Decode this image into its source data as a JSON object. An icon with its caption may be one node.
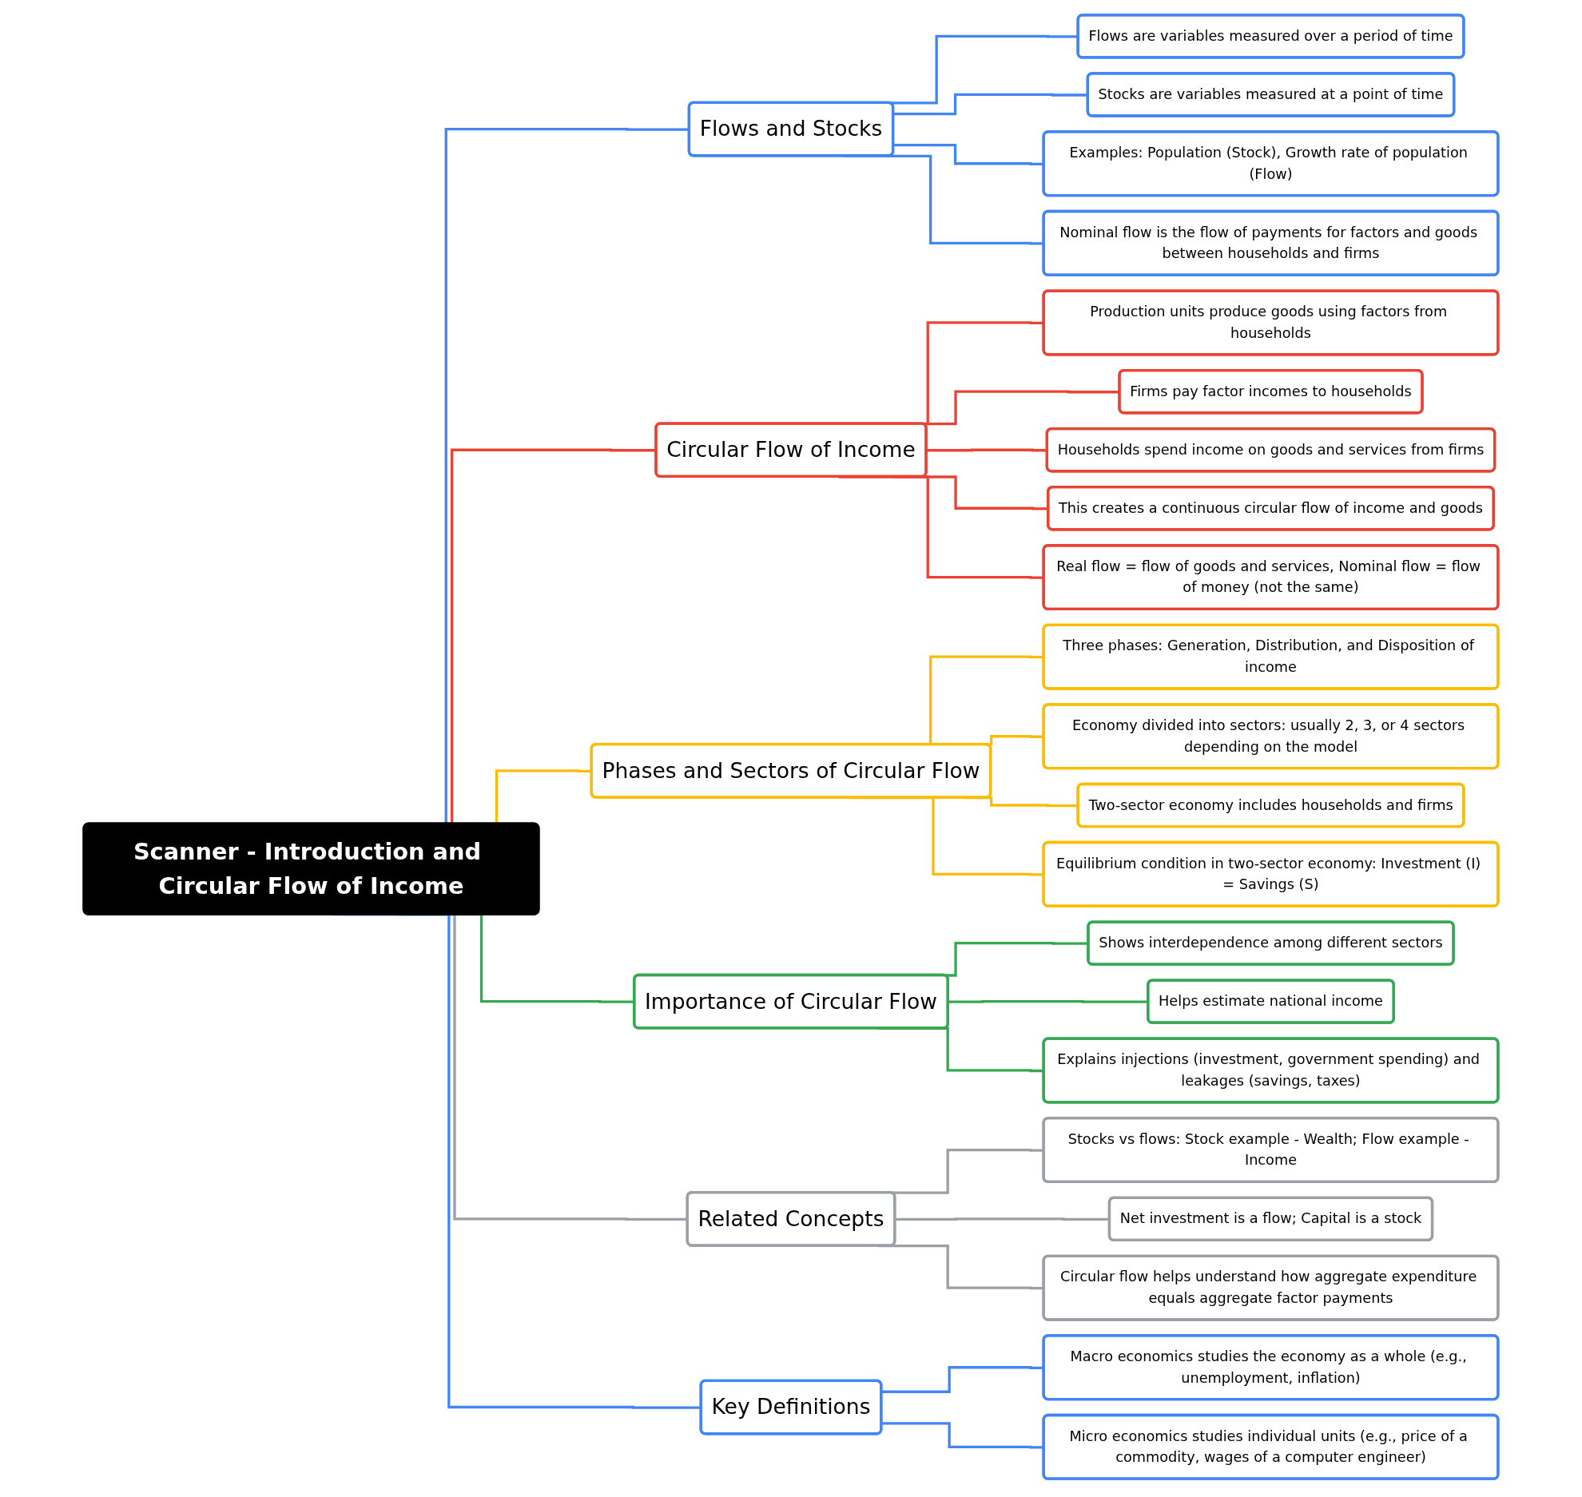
{
  "diagram": {
    "nodes": [
      {
        "text": [
          "Scanner - Introduction and Circular Flow of Income"
        ]
      },
      {
        "text": [
          "Flows and Stocks"
        ]
      },
      {
        "text": [
          "Flows are variables measured over a period of time"
        ]
      },
      {
        "text": [
          "Stocks are variables measured at a point of time"
        ]
      },
      {
        "text": [
          "Examples: Population (Stock), Growth rate of population (Flow)"
        ]
      },
      {
        "text": [
          "Nominal flow is the flow of payments for factors and goods between households and firms"
        ]
      },
      {
        "text": [
          "Circular Flow of Income"
        ]
      },
      {
        "text": [
          "Production units produce goods using factors from households"
        ]
      },
      {
        "text": [
          "Firms pay factor incomes to households"
        ]
      },
      {
        "text": [
          "Households spend income on goods and services from firms"
        ]
      },
      {
        "text": [
          "This creates a continuous circular flow of income and goods"
        ]
      },
      {
        "text": [
          "Real flow = flow of goods and services, Nominal flow = flow of money (not the same)"
        ]
      },
      {
        "text": [
          "Phases and Sectors of Circular Flow"
        ]
      },
      {
        "text": [
          "Three phases: Generation, Distribution, and Disposition of income"
        ]
      },
      {
        "text": [
          "Economy divided into sectors: usually 2, 3, or 4 sectors depending on the model"
        ]
      },
      {
        "text": [
          "Two-sector economy includes households and firms"
        ]
      },
      {
        "text": [
          "Equilibrium condition in two-sector economy: Investment (I) = Savings (S)"
        ]
      },
      {
        "text": [
          "Importance of Circular Flow"
        ]
      },
      {
        "text": [
          "Shows interdependence among different sectors"
        ]
      },
      {
        "text": [
          "Helps estimate national income"
        ]
      },
      {
        "text": [
          "Explains injections (investment, government spending) and leakages (savings, taxes)"
        ]
      },
      {
        "text": [
          "Related Concepts"
        ]
      },
      {
        "text": [
          "Stocks vs flows: Stock example - Wealth; Flow example - Income"
        ]
      },
      {
        "text": [
          "Net investment is a flow; Capital is a stock"
        ]
      },
      {
        "text": [
          "Circular flow helps understand how aggregate expenditure equals aggregate factor payments"
        ]
      },
      {
        "text": [
          "Key Definitions"
        ]
      },
      {
        "text": [
          "Macro economics studies the economy as a whole (e.g., unemployment, inflation)"
        ]
      },
      {
        "text": [
          "Micro economics studies individual units (e.g., price of a commodity, wages of a computer engineer)"
        ]
      }
    ],
    "edges": [
      {
        "from": 0,
        "to": 1,
        "arrow": "none"
      },
      {
        "from": 1,
        "to": 2,
        "arrow": "none"
      },
      {
        "from": 1,
        "to": 3,
        "arrow": "none"
      },
      {
        "from": 1,
        "to": 4,
        "arrow": "none"
      },
      {
        "from": 1,
        "to": 5,
        "arrow": "none"
      },
      {
        "from": 0,
        "to": 6,
        "arrow": "none",
        "color": "#ea4335"
      },
      {
        "from": 6,
        "to": 7,
        "arrow": "none",
        "color": "#ea4335"
      },
      {
        "from": 6,
        "to": 8,
        "arrow": "none",
        "color": "#ea4335"
      },
      {
        "from": 6,
        "to": 9,
        "arrow": "none",
        "color": "#ea4335"
      },
      {
        "from": 6,
        "to": 10,
        "arrow": "none",
        "color": "#ea4335"
      },
      {
        "from": 6,
        "to": 11,
        "arrow": "none",
        "color": "#ea4335"
      },
      {
        "from": 0,
        "to": 12,
        "arrow": "none",
        "color": "#fbbc04"
      },
      {
        "from": 12,
        "to": 13,
        "arrow": "none",
        "color": "#fbbc04"
      },
      {
        "from": 12,
        "to": 14,
        "arrow": "none",
        "color": "#fbbc04"
      },
      {
        "from": 12,
        "to": 15,
        "arrow": "none",
        "color": "#fbbc04"
      },
      {
        "from": 12,
        "to": 16,
        "arrow": "none",
        "color": "#fbbc04"
      },
      {
        "from": 0,
        "to": 17,
        "arrow": "none",
        "color": "#34a853"
      },
      {
        "from": 17,
        "to": 18,
        "arrow": "none",
        "color": "#34a853"
      },
      {
        "from": 17,
        "to": 19,
        "arrow": "none",
        "color": "#34a853"
      },
      {
        "from": 17,
        "to": 20,
        "arrow": "none",
        "color": "#34a853"
      },
      {
        "from": 0,
        "to": 21,
        "arrow": "none",
        "color": "#9aa0a6"
      },
      {
        "from": 21,
        "to": 22,
        "arrow": "none",
        "color": "#9aa0a6"
      },
      {
        "from": 21,
        "to": 23,
        "arrow": "none",
        "color": "#9aa0a6"
      },
      {
        "from": 21,
        "to": 24,
        "arrow": "none",
        "color": "#9aa0a6"
      },
      {
        "from": 0,
        "to": 25,
        "arrow": "none"
      },
      {
        "from": 25,
        "to": 26,
        "arrow": "none"
      },
      {
        "from": 25,
        "to": 27,
        "arrow": "none"
      }
    ]
  }
}
